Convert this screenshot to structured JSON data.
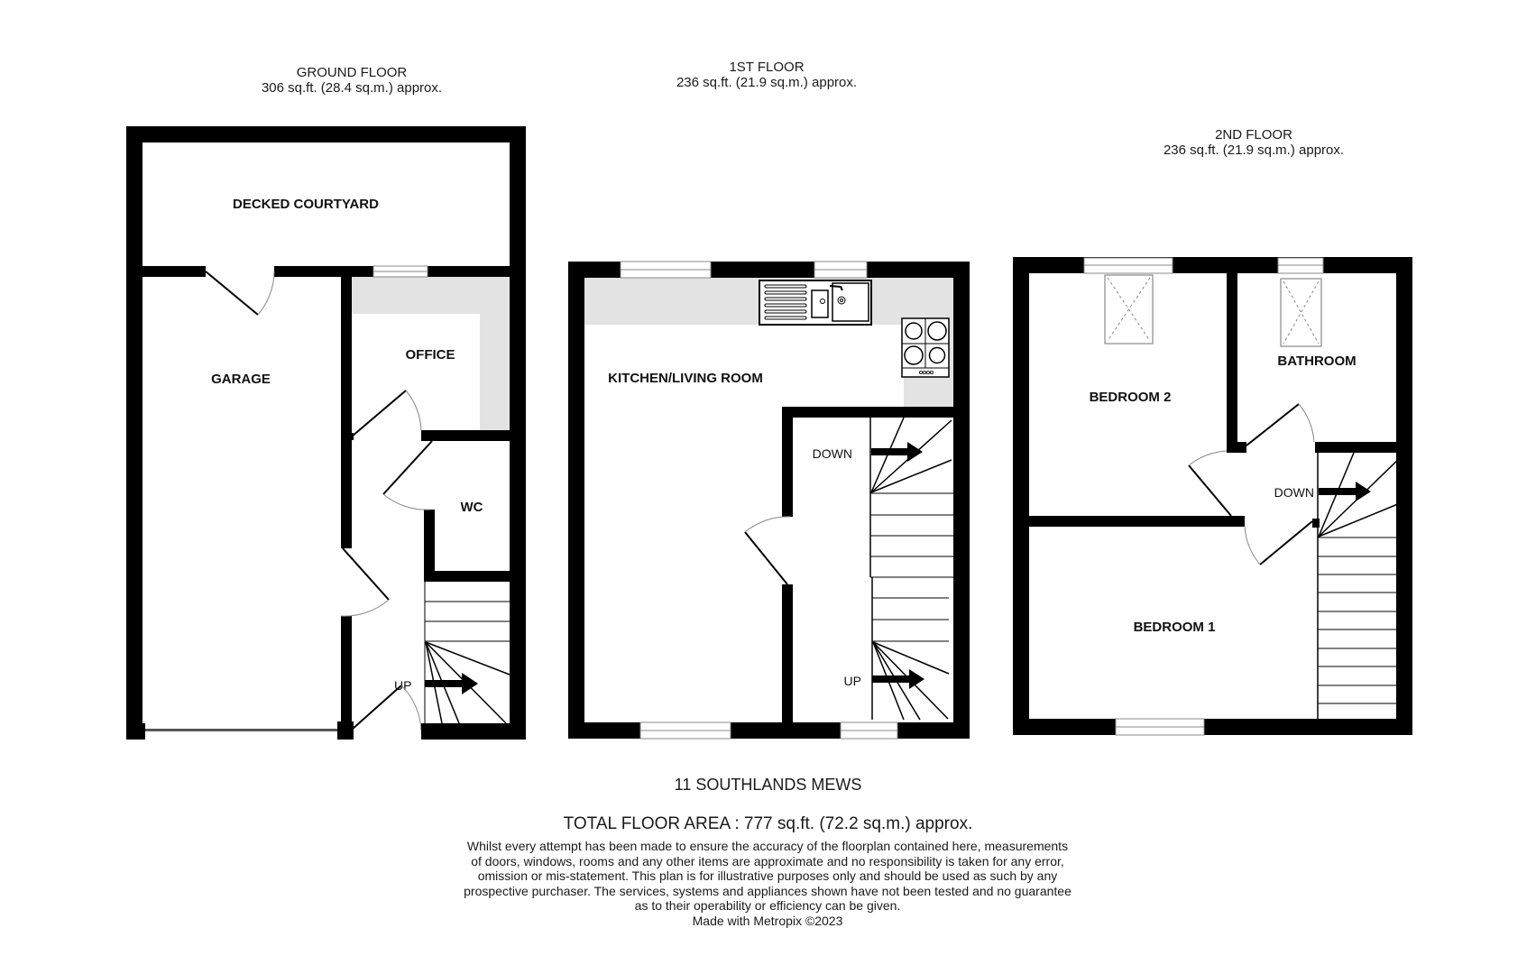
{
  "floors": [
    {
      "id": "ground",
      "name": "GROUND FLOOR",
      "area": "306 sq.ft. (28.4 sq.m.) approx.",
      "rooms": [
        "DECKED COURTYARD",
        "OFFICE",
        "GARAGE",
        "WC"
      ],
      "stairs": [
        {
          "label": "UP",
          "direction": "up"
        }
      ]
    },
    {
      "id": "first",
      "name": "1ST FLOOR",
      "area": "236 sq.ft. (21.9 sq.m.) approx.",
      "rooms": [
        "KITCHEN/LIVING ROOM"
      ],
      "stairs": [
        {
          "label": "DOWN",
          "direction": "down"
        },
        {
          "label": "UP",
          "direction": "up"
        }
      ],
      "fixtures": [
        "sink-icon",
        "hob-icon"
      ]
    },
    {
      "id": "second",
      "name": "2ND FLOOR",
      "area": "236 sq.ft. (21.9 sq.m.) approx.",
      "rooms": [
        "BEDROOM 2",
        "BATHROOM",
        "BEDROOM 1"
      ],
      "stairs": [
        {
          "label": "DOWN",
          "direction": "down"
        }
      ],
      "fixtures": [
        "skylight-icon",
        "skylight-icon"
      ]
    }
  ],
  "property": {
    "address": "11 SOUTHLANDS MEWS",
    "total_area": "TOTAL FLOOR AREA : 777 sq.ft. (72.2 sq.m.) approx."
  },
  "disclaimer": {
    "lines": [
      "Whilst every attempt has been made to ensure the accuracy of the floorplan contained here, measurements",
      "of doors, windows, rooms and any other items are approximate and no responsibility is taken for any error,",
      "omission or mis-statement. This plan is for illustrative purposes only and should be used as such by any",
      "prospective purchaser. The services, systems and appliances shown have not been tested and no guarantee",
      "as to their operability or efficiency can be given."
    ],
    "credit": "Made with Metropix ©2023"
  },
  "colors": {
    "wall": "#000000",
    "fitted_unit": "#e3e3e3",
    "background": "#ffffff",
    "door_arc": "#888888"
  }
}
